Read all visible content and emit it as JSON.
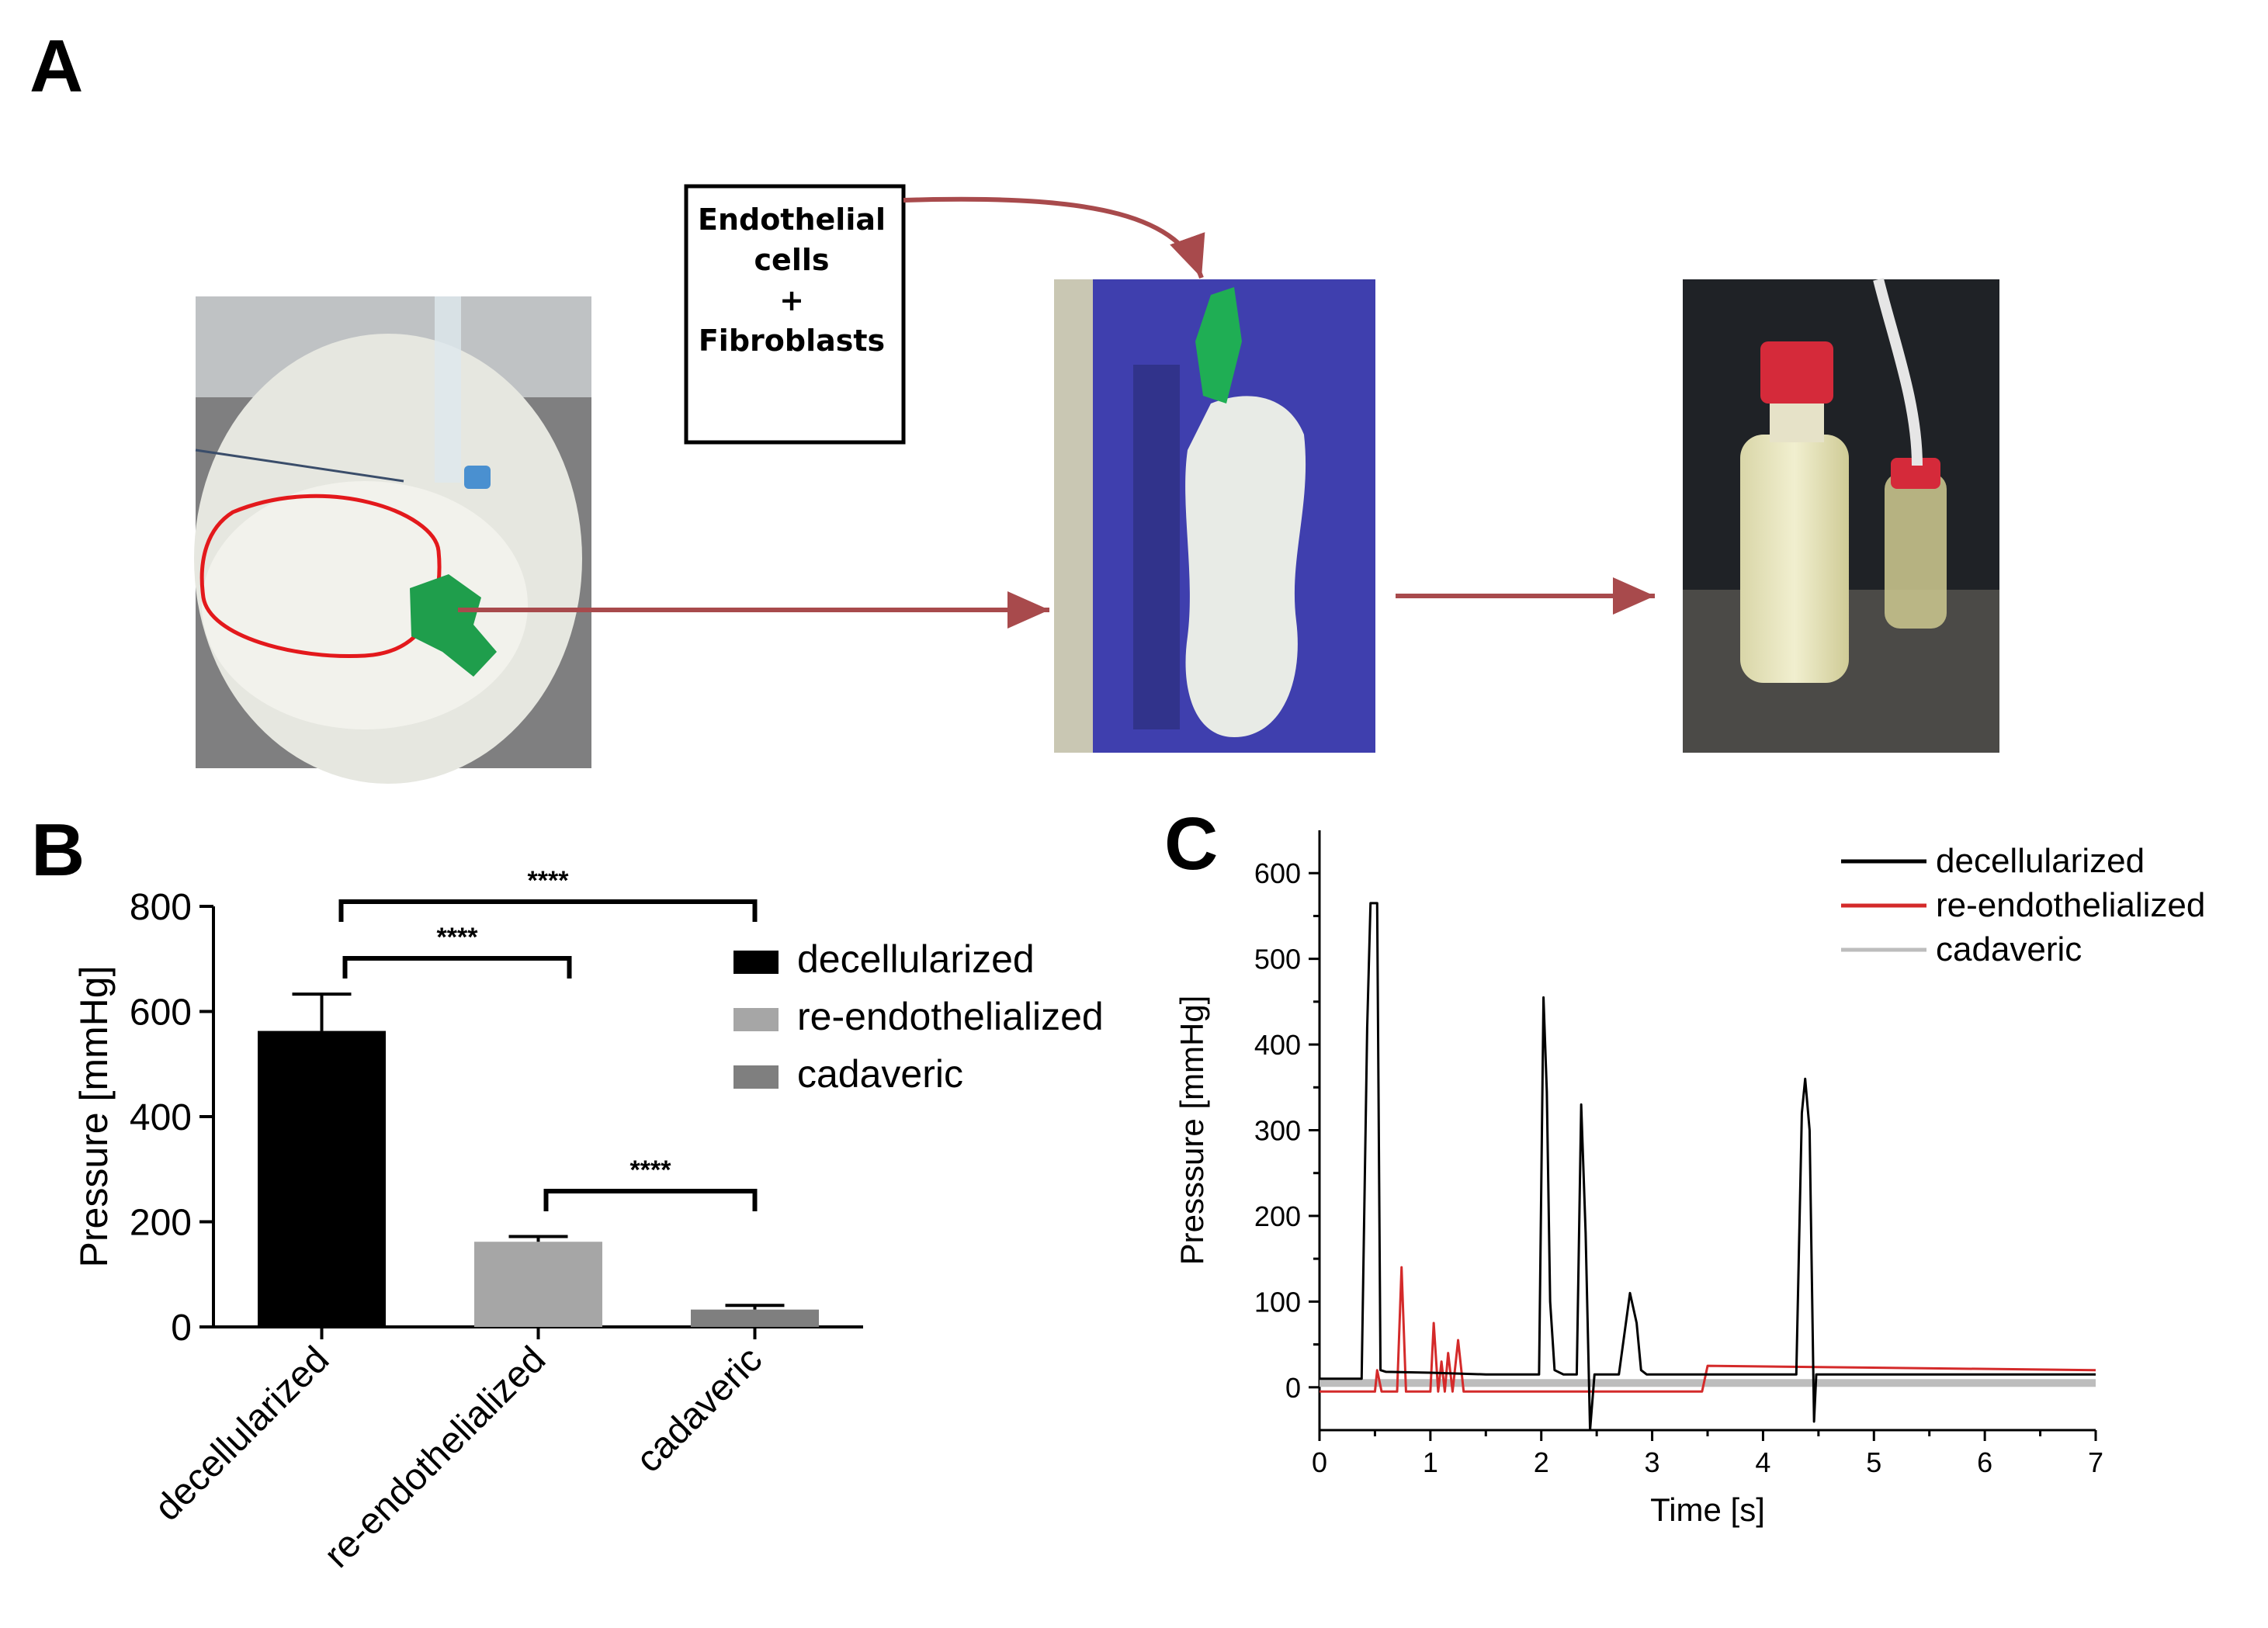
{
  "panel_labels": {
    "a": "A",
    "b": "B",
    "c": "C"
  },
  "diagram": {
    "box_lines": [
      "Endothelial",
      "cells",
      "+",
      "Fibroblasts"
    ],
    "arrow_color": "#a84a4c",
    "photos": [
      "liver-photo",
      "organ-on-glove-photo",
      "bioreactor-photo"
    ]
  },
  "chart_data": [
    {
      "type": "bar",
      "ylabel": "Pressure [mmHg]",
      "ylim": [
        0,
        800
      ],
      "yticks": [
        0,
        200,
        400,
        600,
        800
      ],
      "categories": [
        "decellularized",
        "re-endothelialized",
        "cadaveric"
      ],
      "values": [
        563,
        162,
        33
      ],
      "errors": [
        70,
        10,
        8
      ],
      "colors": [
        "#000000",
        "#a6a6a6",
        "#7f7f7f"
      ],
      "legend": [
        "decellularized",
        "re-endothelialized",
        "cadaveric"
      ],
      "legend_position": "right",
      "significance": [
        {
          "from": 0,
          "to": 2,
          "label": "****"
        },
        {
          "from": 0,
          "to": 1,
          "label": "****"
        },
        {
          "from": 1,
          "to": 2,
          "label": "****"
        }
      ]
    },
    {
      "type": "line",
      "xlabel": "Time [s]",
      "ylabel": "Presssure [mmHg]",
      "xlim": [
        0,
        7
      ],
      "ylim": [
        -50,
        650
      ],
      "xticks": [
        0,
        1,
        2,
        3,
        4,
        5,
        6,
        7
      ],
      "yticks": [
        0,
        100,
        200,
        300,
        400,
        500,
        600
      ],
      "legend_position": "top-right",
      "series": [
        {
          "name": "decellularized",
          "color": "#000000",
          "x": [
            0,
            0.38,
            0.43,
            0.46,
            0.52,
            0.55,
            0.6,
            1.0,
            1.5,
            1.98,
            2.02,
            2.05,
            2.08,
            2.12,
            2.2,
            2.32,
            2.36,
            2.4,
            2.44,
            2.48,
            2.7,
            2.8,
            2.86,
            2.9,
            2.95,
            3.2,
            3.45,
            4.3,
            4.35,
            4.38,
            4.42,
            4.46,
            4.48,
            4.55,
            7.0
          ],
          "y": [
            10,
            10,
            420,
            565,
            565,
            20,
            18,
            17,
            15,
            15,
            455,
            345,
            100,
            20,
            15,
            15,
            330,
            180,
            -50,
            15,
            15,
            110,
            75,
            20,
            15,
            15,
            15,
            15,
            320,
            360,
            300,
            -40,
            15,
            15,
            15
          ]
        },
        {
          "name": "re-endothelialized",
          "color": "#d42a2a",
          "x": [
            0,
            0.5,
            0.52,
            0.56,
            0.7,
            0.74,
            0.78,
            1.0,
            1.03,
            1.07,
            1.1,
            1.13,
            1.16,
            1.2,
            1.25,
            1.3,
            3.45,
            3.5,
            7.0
          ],
          "y": [
            -5,
            -5,
            20,
            -5,
            -5,
            140,
            -5,
            -5,
            75,
            -5,
            30,
            -5,
            40,
            -5,
            55,
            -5,
            -5,
            25,
            20
          ]
        },
        {
          "name": "cadaveric",
          "color": "#bdbdbd",
          "x": [
            0,
            7.0
          ],
          "y": [
            5,
            5
          ]
        }
      ]
    }
  ]
}
